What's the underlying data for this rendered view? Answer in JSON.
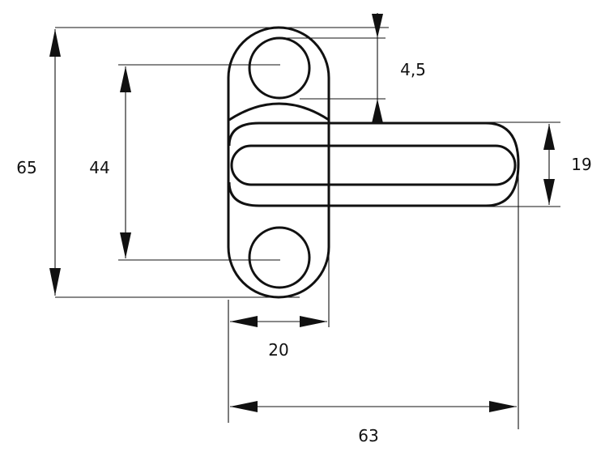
{
  "part": {
    "stroke_color": "#111111",
    "background": "#ffffff"
  },
  "dimensions": {
    "total_height": "65",
    "hole_spacing": "44",
    "upper_gap": "4,5",
    "handle_height": "19",
    "plate_width": "20",
    "total_width": "63"
  }
}
